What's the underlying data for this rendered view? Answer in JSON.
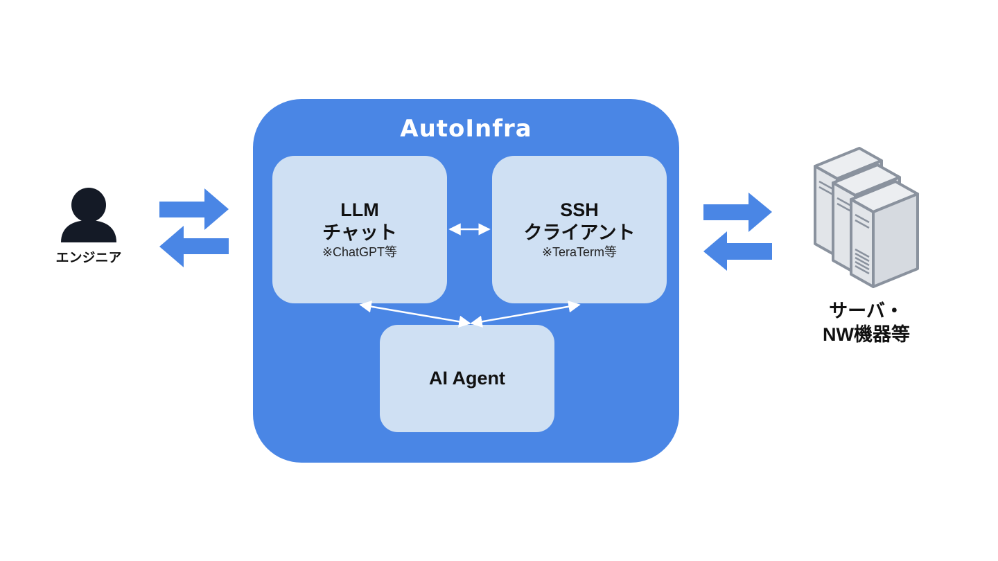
{
  "container": {
    "title": "AutoInfra"
  },
  "engineer": {
    "label": "エンジニア",
    "icon": "person-icon"
  },
  "servers": {
    "label_line1": "サーバ・",
    "label_line2": "NW機器等",
    "icon": "server-rack-icon"
  },
  "boxes": {
    "llm": {
      "line1": "LLM",
      "line2": "チャット",
      "note": "※ChatGPT等"
    },
    "ssh": {
      "line1": "SSH",
      "line2": "クライアント",
      "note": "※TeraTerm等"
    },
    "agent": {
      "line1": "AI Agent"
    }
  },
  "colors": {
    "container": "#4a86e5",
    "box": "#cfe0f3",
    "arrow": "#4a86e5",
    "person": "#141a26",
    "server_face": "#e6e8ec",
    "server_stroke": "#8a929e"
  }
}
